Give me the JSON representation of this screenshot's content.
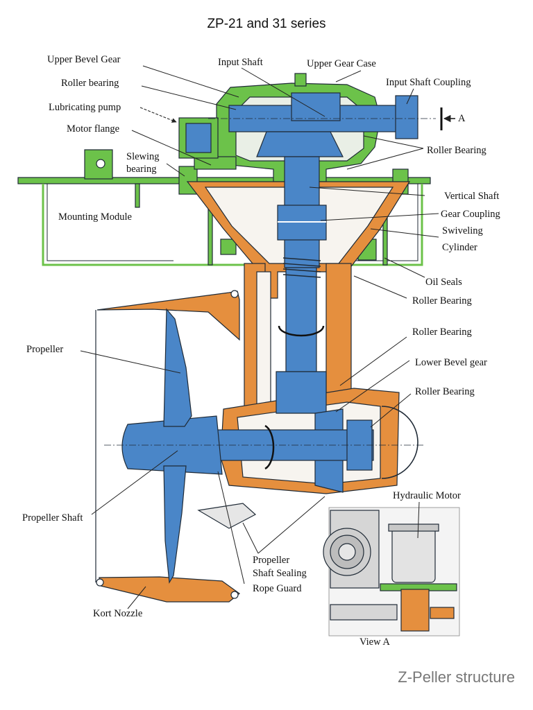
{
  "page": {
    "title": "ZP-21 and 31 series",
    "footer": "Z-Peller structure"
  },
  "colors": {
    "blue": "#4a86c8",
    "orange": "#e58f3e",
    "green": "#6cc24a",
    "outline": "#1f2a36"
  },
  "labels": {
    "upper_bevel_gear": "Upper Bevel Gear",
    "roller_bearing_top": "Roller bearing",
    "lubricating_pump": "Lubricating pump",
    "motor_flange": "Motor flange",
    "slewing_1": "Slewing",
    "slewing_2": "bearing",
    "mounting_module": "Mounting Module",
    "input_shaft": "Input Shaft",
    "upper_gear_case": "Upper Gear Case",
    "input_shaft_coupling": "Input Shaft Coupling",
    "section_a": "A",
    "roller_bearing_r1": "Roller Bearing",
    "vertical_shaft": "Vertical Shaft",
    "gear_coupling": "Gear Coupling",
    "swiveling_1": "Swiveling",
    "swiveling_2": "Cylinder",
    "oil_seals": "Oil Seals",
    "roller_bearing_r2": "Roller Bearing",
    "roller_bearing_r3": "Roller Bearing",
    "lower_bevel_gear": "Lower Bevel gear",
    "roller_bearing_r4": "Roller Bearing",
    "propeller": "Propeller",
    "propeller_shaft": "Propeller Shaft",
    "hydraulic_motor": "Hydraulic Motor",
    "propeller_shaft_sealing_1": "Propeller",
    "propeller_shaft_sealing_2": "Shaft Sealing",
    "rope_guard": "Rope Guard",
    "kort_nozzle": "Kort Nozzle",
    "view_a": "View A"
  }
}
